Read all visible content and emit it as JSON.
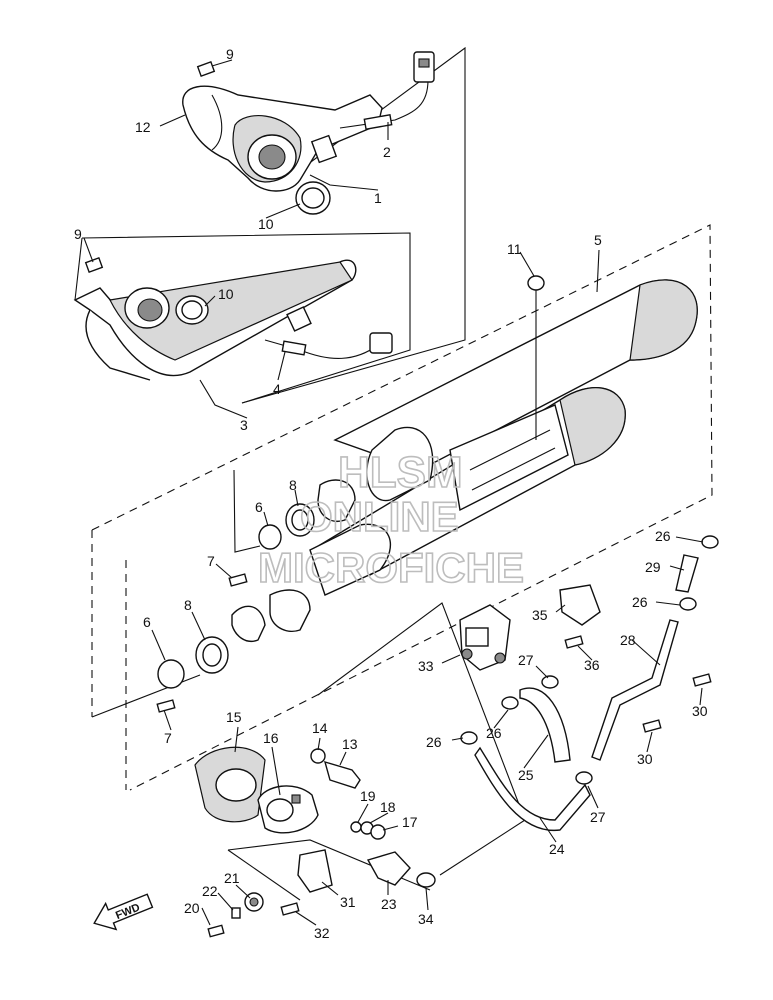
{
  "callouts": {
    "p1": "1",
    "p2": "2",
    "p3": "3",
    "p4": "4",
    "p5": "5",
    "p6a": "6",
    "p6b": "6",
    "p7a": "7",
    "p7b": "7",
    "p8a": "8",
    "p8b": "8",
    "p9a": "9",
    "p9b": "9",
    "p10a": "10",
    "p10b": "10",
    "p11": "11",
    "p12": "12",
    "p13": "13",
    "p14": "14",
    "p15": "15",
    "p16": "16",
    "p17": "17",
    "p18": "18",
    "p19": "19",
    "p20": "20",
    "p21": "21",
    "p22": "22",
    "p23": "23",
    "p24": "24",
    "p25": "25",
    "p26a": "26",
    "p26b": "26",
    "p26c": "26",
    "p26d": "26",
    "p27a": "27",
    "p27b": "27",
    "p28": "28",
    "p29": "29",
    "p30a": "30",
    "p30b": "30",
    "p31": "31",
    "p32": "32",
    "p33": "33",
    "p34": "34",
    "p35": "35",
    "p36": "36"
  },
  "watermark": {
    "line1": "HLSM",
    "line2": "ONLINE",
    "line3": "MICROFICHE"
  },
  "fwd_label": "FWD"
}
